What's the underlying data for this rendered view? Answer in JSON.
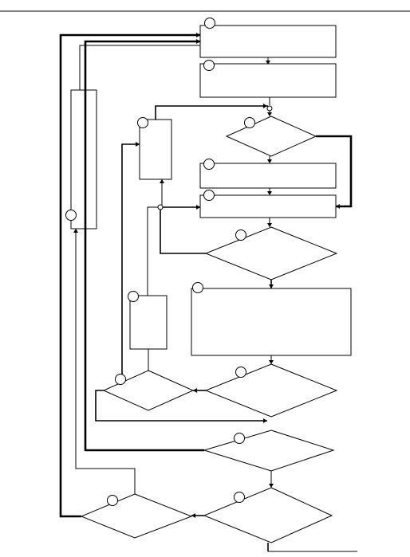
{
  "diagram": {
    "type": "flowchart",
    "process_boxes": [
      {
        "id": "p1",
        "label": ""
      },
      {
        "id": "p2",
        "label": ""
      },
      {
        "id": "p3",
        "label": ""
      },
      {
        "id": "p4",
        "label": ""
      },
      {
        "id": "p5",
        "label": ""
      },
      {
        "id": "side-a",
        "label": ""
      },
      {
        "id": "side-b",
        "label": ""
      },
      {
        "id": "side-c",
        "label": ""
      }
    ],
    "decisions": [
      {
        "id": "d1",
        "label": ""
      },
      {
        "id": "d2",
        "label": ""
      },
      {
        "id": "d3",
        "label": ""
      },
      {
        "id": "d4",
        "label": ""
      },
      {
        "id": "d5",
        "label": ""
      },
      {
        "id": "d6",
        "label": ""
      },
      {
        "id": "d7",
        "label": ""
      }
    ]
  }
}
